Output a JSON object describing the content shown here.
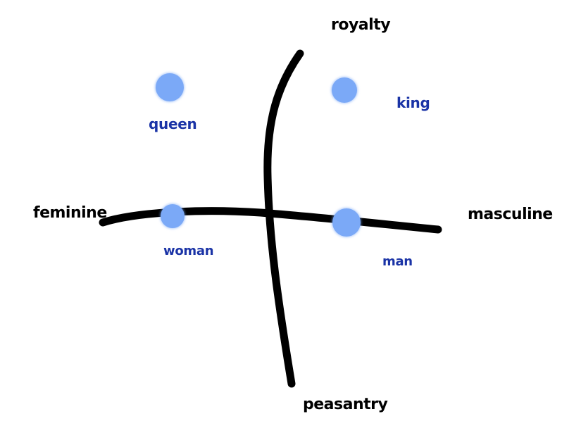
{
  "axes": {
    "top": "royalty",
    "bottom": "peasantry",
    "left": "feminine",
    "right": "masculine"
  },
  "points": [
    {
      "id": "queen",
      "label": "queen"
    },
    {
      "id": "king",
      "label": "king"
    },
    {
      "id": "woman",
      "label": "woman"
    },
    {
      "id": "man",
      "label": "man"
    }
  ],
  "colors": {
    "axis_stroke": "#000000",
    "dot_fill": "#7ba9f7",
    "point_label": "#1a33a6",
    "axis_label": "#000000"
  }
}
